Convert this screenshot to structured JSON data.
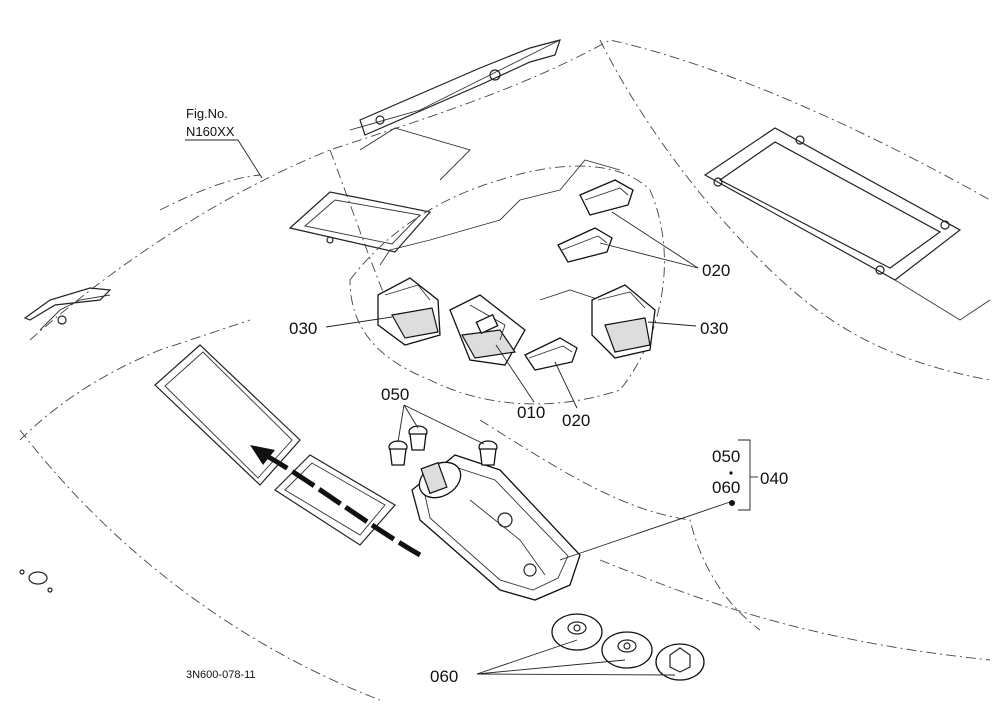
{
  "figure": {
    "fig_label": "Fig.No.",
    "fig_number": "N160XX",
    "drawing_code": "3N600-078-11"
  },
  "callouts": {
    "c010": "010",
    "c020_upper": "020",
    "c020_lower": "020",
    "c030_left": "030",
    "c030_right": "030",
    "c040": "040",
    "c050_top": "050",
    "c050_group": "050",
    "c060_group": "060",
    "c060_bottom": "060"
  },
  "colors": {
    "line": "#222222",
    "background": "#ffffff"
  }
}
